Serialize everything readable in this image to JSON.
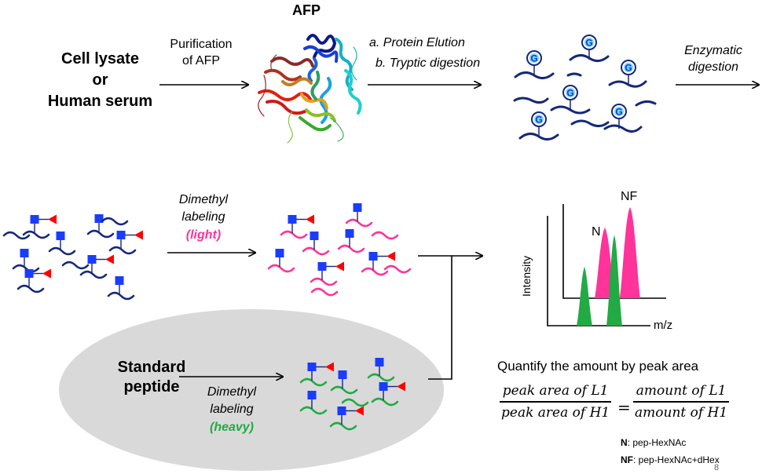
{
  "input": {
    "line1": "Cell lysate",
    "line2": "or",
    "line3": "Human serum"
  },
  "purification": {
    "line1": "Purification",
    "line2": "of AFP"
  },
  "protein": {
    "title": "AFP"
  },
  "elution": {
    "step_a": "a. Protein Elution",
    "step_b": "b. Tryptic digestion"
  },
  "enzymatic": {
    "line1": "Enzymatic",
    "line2": "digestion"
  },
  "glycan_letter": "G",
  "dimethyl_light": {
    "line1": "Dimethyl",
    "line2": "labeling",
    "line3": "(light)",
    "color": "#ff3399"
  },
  "standard": {
    "line1": "Standard",
    "line2": "peptide"
  },
  "dimethyl_heavy": {
    "line1": "Dimethyl",
    "line2": "labeling",
    "line3": "(heavy)",
    "color": "#22aa44"
  },
  "spectrum": {
    "label_nf": "NF",
    "label_n": "N",
    "ylabel": "Intensity",
    "xlabel": "m/z"
  },
  "quantify": {
    "title": "Quantify the amount by peak area",
    "lhs_num": "peak area of L1",
    "lhs_den": "peak area of H1",
    "equals": "=",
    "rhs_num": "amount of L1",
    "rhs_den": "amount of H1"
  },
  "legend": {
    "n_key": "N",
    "n_desc": ": pep-HexNAc",
    "nf_key": "NF",
    "nf_desc": ": pep-HexNAc+dHex"
  },
  "page_number": "8",
  "colors": {
    "peptide_blue": "#14287a",
    "glycan_square": "#1a3cff",
    "fucose_red": "#ff0000",
    "light_pink": "#ff3399",
    "heavy_green": "#22aa44",
    "ellipse_gray": "#d9d9d9"
  }
}
